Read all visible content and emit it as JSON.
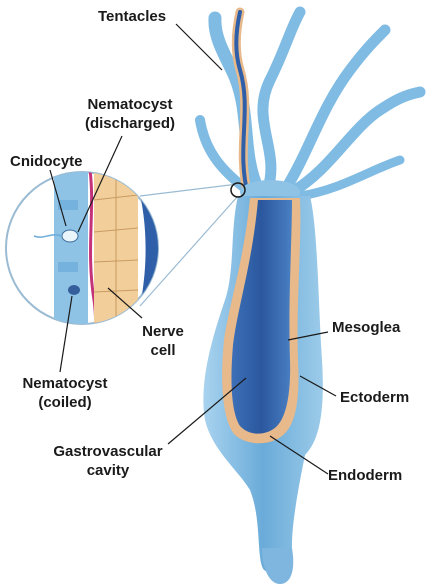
{
  "labels": {
    "tentacles": "Tentacles",
    "nematocyst_discharged_line1": "Nematocyst",
    "nematocyst_discharged_line2": "(discharged)",
    "cnidocyte": "Cnidocyte",
    "nerve_cell_line1": "Nerve",
    "nerve_cell_line2": "cell",
    "nematocyst_coiled_line1": "Nematocyst",
    "nematocyst_coiled_line2": "(coiled)",
    "mesoglea": "Mesoglea",
    "ectoderm": "Ectoderm",
    "gastrovascular_line1": "Gastrovascular",
    "gastrovascular_line2": "cavity",
    "endoderm": "Endoderm"
  },
  "colors": {
    "body_light": "#8fc3e6",
    "body_mid": "#5a9fd3",
    "cavity": "#2f5fa8",
    "mesoglea_band": "#e8b98a",
    "tissue_cells": "#f2cf9a",
    "nerve": "#c4337a"
  }
}
